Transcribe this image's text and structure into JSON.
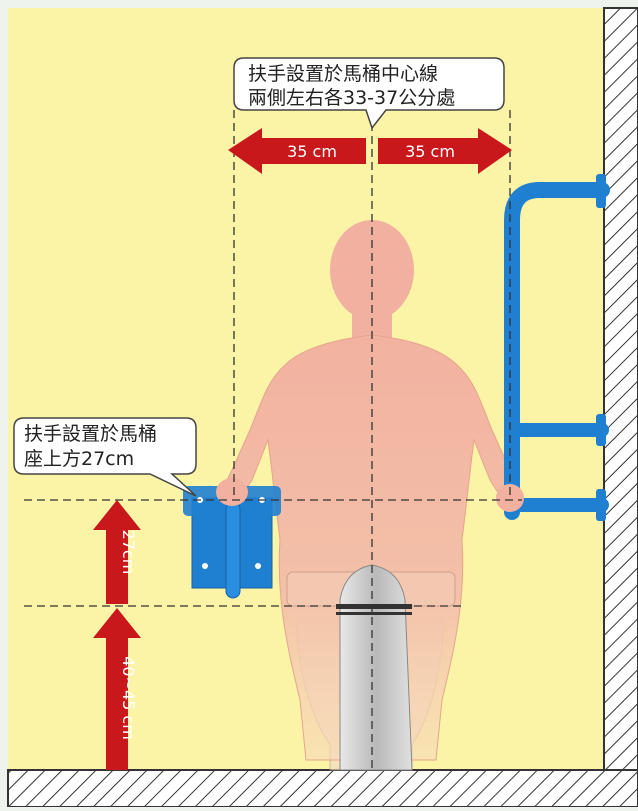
{
  "callout_top": {
    "line1": "扶手設置於馬桶中心線",
    "line2": "兩側左右各33-37公分處"
  },
  "callout_left": {
    "line1": "扶手設置於馬桶",
    "line2": "座上方27cm"
  },
  "arrow_left_label": "35 cm",
  "arrow_right_label": "35 cm",
  "height_label_upper": "27cm",
  "height_label_lower": "40~45 cm",
  "colors": {
    "background": "#fbf3a6",
    "arrow_red": "#c8181c",
    "rail_blue": "#1f7fd0",
    "figure": "#f2b6a2"
  }
}
